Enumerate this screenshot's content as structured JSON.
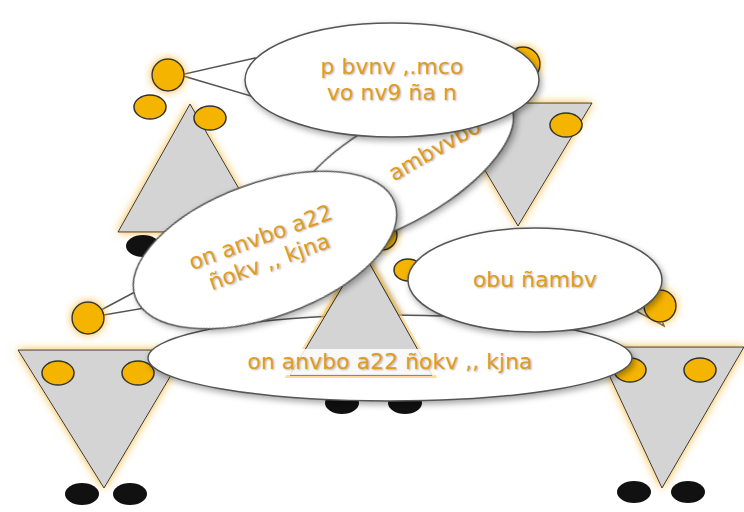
{
  "diagram": {
    "nodes": [
      {
        "text": [
          "p bvnv ,.mco vo nv9 ña n"
        ]
      },
      {
        "text": [
          "ambvvbo"
        ]
      },
      {
        "text": [
          "on anvbo a22 ñokv ,, kjna"
        ]
      },
      {
        "text": [
          "obu ñambv"
        ]
      },
      {
        "text": [
          "on anvbo a22 ñokv ,, kjna"
        ]
      }
    ]
  }
}
